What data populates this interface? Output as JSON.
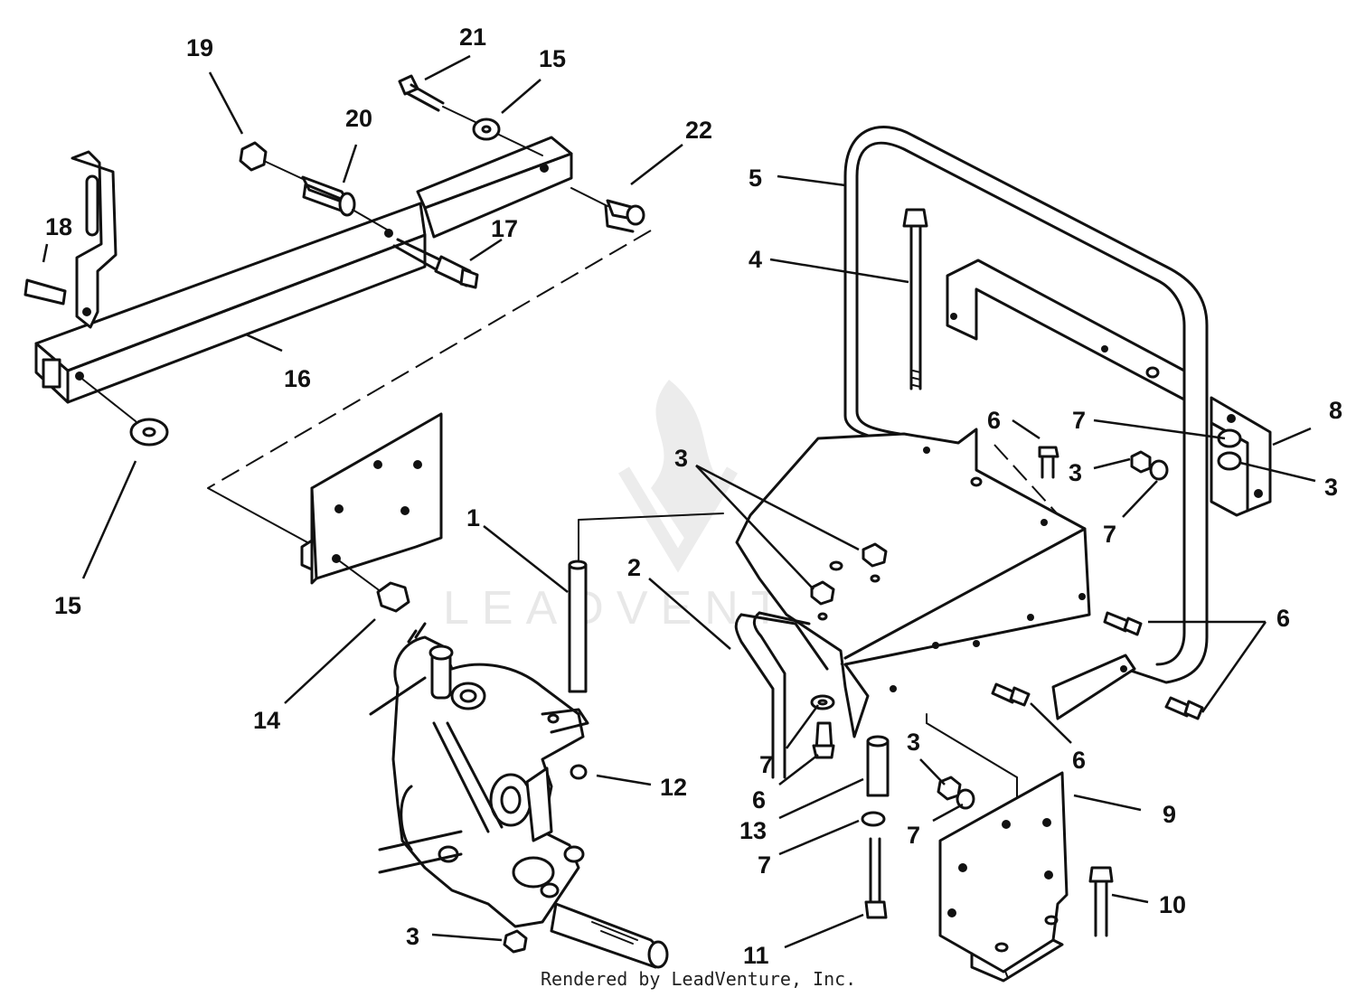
{
  "callouts": [
    {
      "id": "c1",
      "text": "1"
    },
    {
      "id": "c2",
      "text": "2"
    },
    {
      "id": "c3a",
      "text": "3"
    },
    {
      "id": "c3b",
      "text": "3"
    },
    {
      "id": "c3c",
      "text": "3"
    },
    {
      "id": "c3d",
      "text": "3"
    },
    {
      "id": "c3e",
      "text": "3"
    },
    {
      "id": "c4",
      "text": "4"
    },
    {
      "id": "c5",
      "text": "5"
    },
    {
      "id": "c6a",
      "text": "6"
    },
    {
      "id": "c6b",
      "text": "6"
    },
    {
      "id": "c6c",
      "text": "6"
    },
    {
      "id": "c6d",
      "text": "6"
    },
    {
      "id": "c7a",
      "text": "7"
    },
    {
      "id": "c7b",
      "text": "7"
    },
    {
      "id": "c7c",
      "text": "7"
    },
    {
      "id": "c7d",
      "text": "7"
    },
    {
      "id": "c7e",
      "text": "7"
    },
    {
      "id": "c8",
      "text": "8"
    },
    {
      "id": "c9",
      "text": "9"
    },
    {
      "id": "c10",
      "text": "10"
    },
    {
      "id": "c11",
      "text": "11"
    },
    {
      "id": "c12",
      "text": "12"
    },
    {
      "id": "c13",
      "text": "13"
    },
    {
      "id": "c14",
      "text": "14"
    },
    {
      "id": "c15a",
      "text": "15"
    },
    {
      "id": "c15b",
      "text": "15"
    },
    {
      "id": "c16",
      "text": "16"
    },
    {
      "id": "c17",
      "text": "17"
    },
    {
      "id": "c18",
      "text": "18"
    },
    {
      "id": "c19",
      "text": "19"
    },
    {
      "id": "c20",
      "text": "20"
    },
    {
      "id": "c21",
      "text": "21"
    },
    {
      "id": "c22",
      "text": "22"
    }
  ],
  "footer": {
    "text": "Rendered by LeadVenture, Inc."
  },
  "watermark": {
    "text": "LEADVENTURE"
  },
  "colors": {
    "ink": "#111111",
    "watermark": "#e8e8e8"
  }
}
